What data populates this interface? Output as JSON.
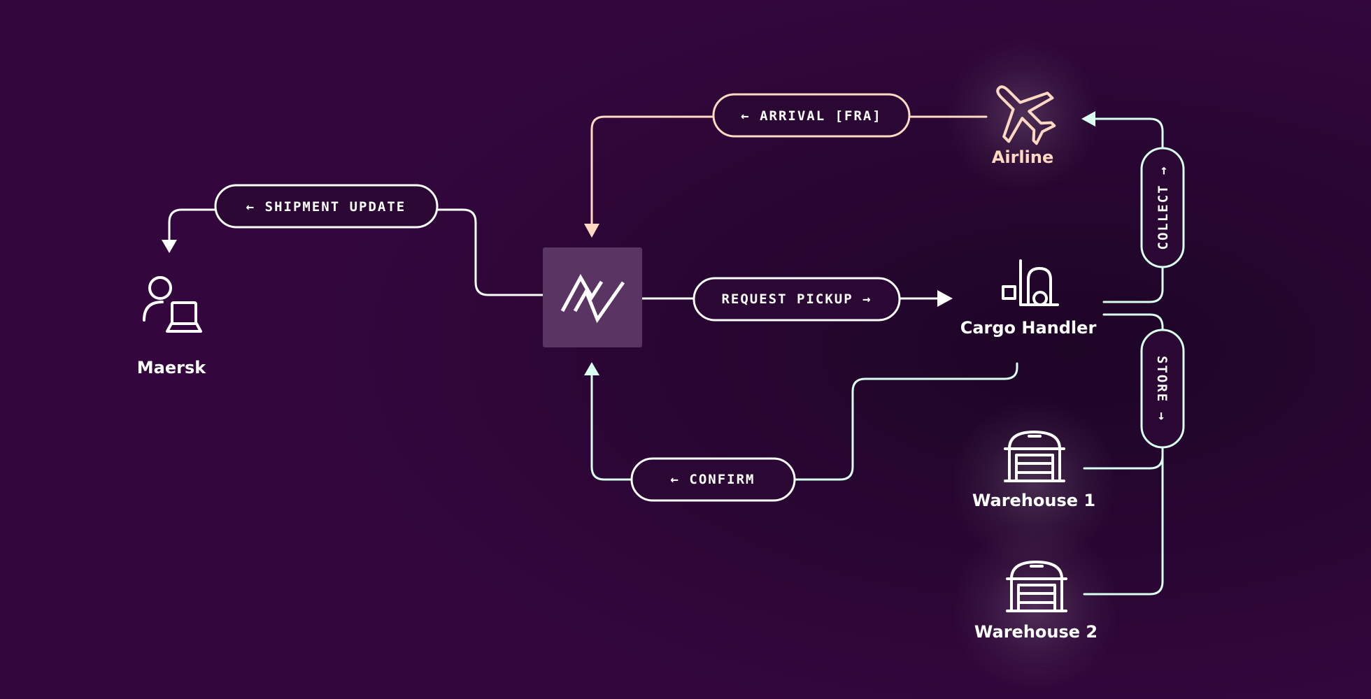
{
  "colors": {
    "background": "#2a0833",
    "white": "#ffffff",
    "peach": "#ffd9c2",
    "mint": "#d9fff0",
    "logo_tile": "#5a3563"
  },
  "nodes": {
    "maersk": {
      "label": "Maersk",
      "icon": "user-laptop-icon"
    },
    "hub": {
      "icon": "zigzag-logo-icon"
    },
    "airline": {
      "label": "Airline",
      "icon": "airplane-icon"
    },
    "cargo_handler": {
      "label": "Cargo Handler",
      "icon": "forklift-icon"
    },
    "warehouse1": {
      "label": "Warehouse 1",
      "icon": "warehouse-icon"
    },
    "warehouse2": {
      "label": "Warehouse 2",
      "icon": "warehouse-icon"
    }
  },
  "edges": {
    "shipment_update": "← SHIPMENT UPDATE",
    "arrival": "← ARRIVAL [FRA]",
    "request_pickup": "REQUEST PICKUP →",
    "confirm": "←  CONFIRM",
    "collect": "COLLECT →",
    "store": "STORE →"
  }
}
